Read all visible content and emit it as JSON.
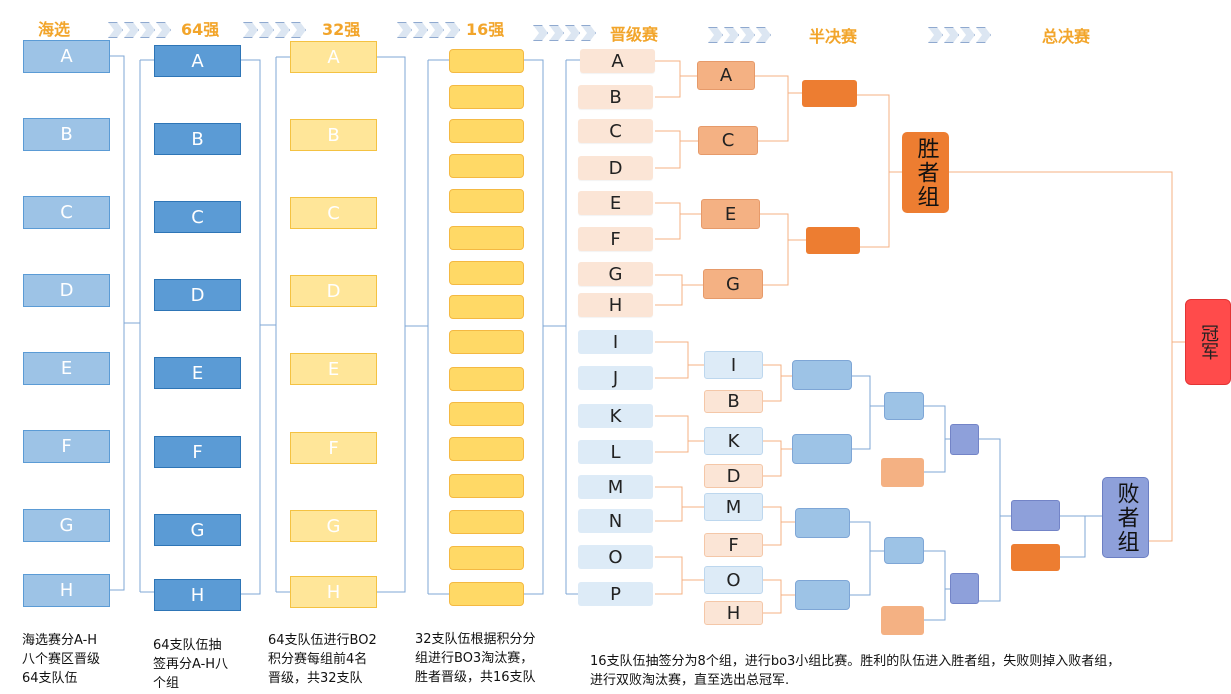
{
  "headers": {
    "h1": "海选",
    "h2": "64强",
    "h3": "32强",
    "h4": "16强",
    "h5": "晋级赛",
    "h6": "半决赛",
    "h7": "总决赛"
  },
  "columns": {
    "c1": [
      "A",
      "B",
      "C",
      "D",
      "E",
      "F",
      "G",
      "H"
    ],
    "c2": [
      "A",
      "B",
      "C",
      "D",
      "E",
      "F",
      "G",
      "H"
    ],
    "c3": [
      "A",
      "B",
      "C",
      "D",
      "E",
      "F",
      "G",
      "H"
    ]
  },
  "promotion": {
    "teams": [
      "A",
      "B",
      "C",
      "D",
      "E",
      "F",
      "G",
      "H",
      "I",
      "J",
      "K",
      "L",
      "M",
      "N",
      "O",
      "P"
    ]
  },
  "winners_round": [
    "A",
    "C",
    "E",
    "G"
  ],
  "losers_round": [
    "I",
    "B",
    "K",
    "D",
    "M",
    "F",
    "O",
    "H"
  ],
  "winners_group": "胜者组",
  "losers_group": "败者组",
  "champion": "冠军",
  "notes": {
    "n1": [
      "海选赛分A-H",
      "八个赛区晋级",
      "64支队伍"
    ],
    "n2": [
      "64支队伍抽",
      "签再分A-H八",
      "个组"
    ],
    "n3": [
      "64支队伍进行BO2",
      "积分赛每组前4名",
      "晋级，共32支队"
    ],
    "n4": [
      "32支队伍根据积分分",
      "组进行BO3淘汰赛，",
      "胜者晋级，共16支队"
    ],
    "n5": [
      "16支队伍抽签分为8个组，进行bo3小组比赛。胜利的队伍进入胜者组，失败则掉入败者组，",
      "进行双败淘汰赛，直至选出总冠军."
    ]
  },
  "colors": {
    "header": "#F2A52B",
    "orange": "#ED7D31",
    "peach": "#F4B183",
    "light_blue": "#DDEBF7",
    "purple": "#8EA0DA",
    "red": "#FF4B4B"
  }
}
